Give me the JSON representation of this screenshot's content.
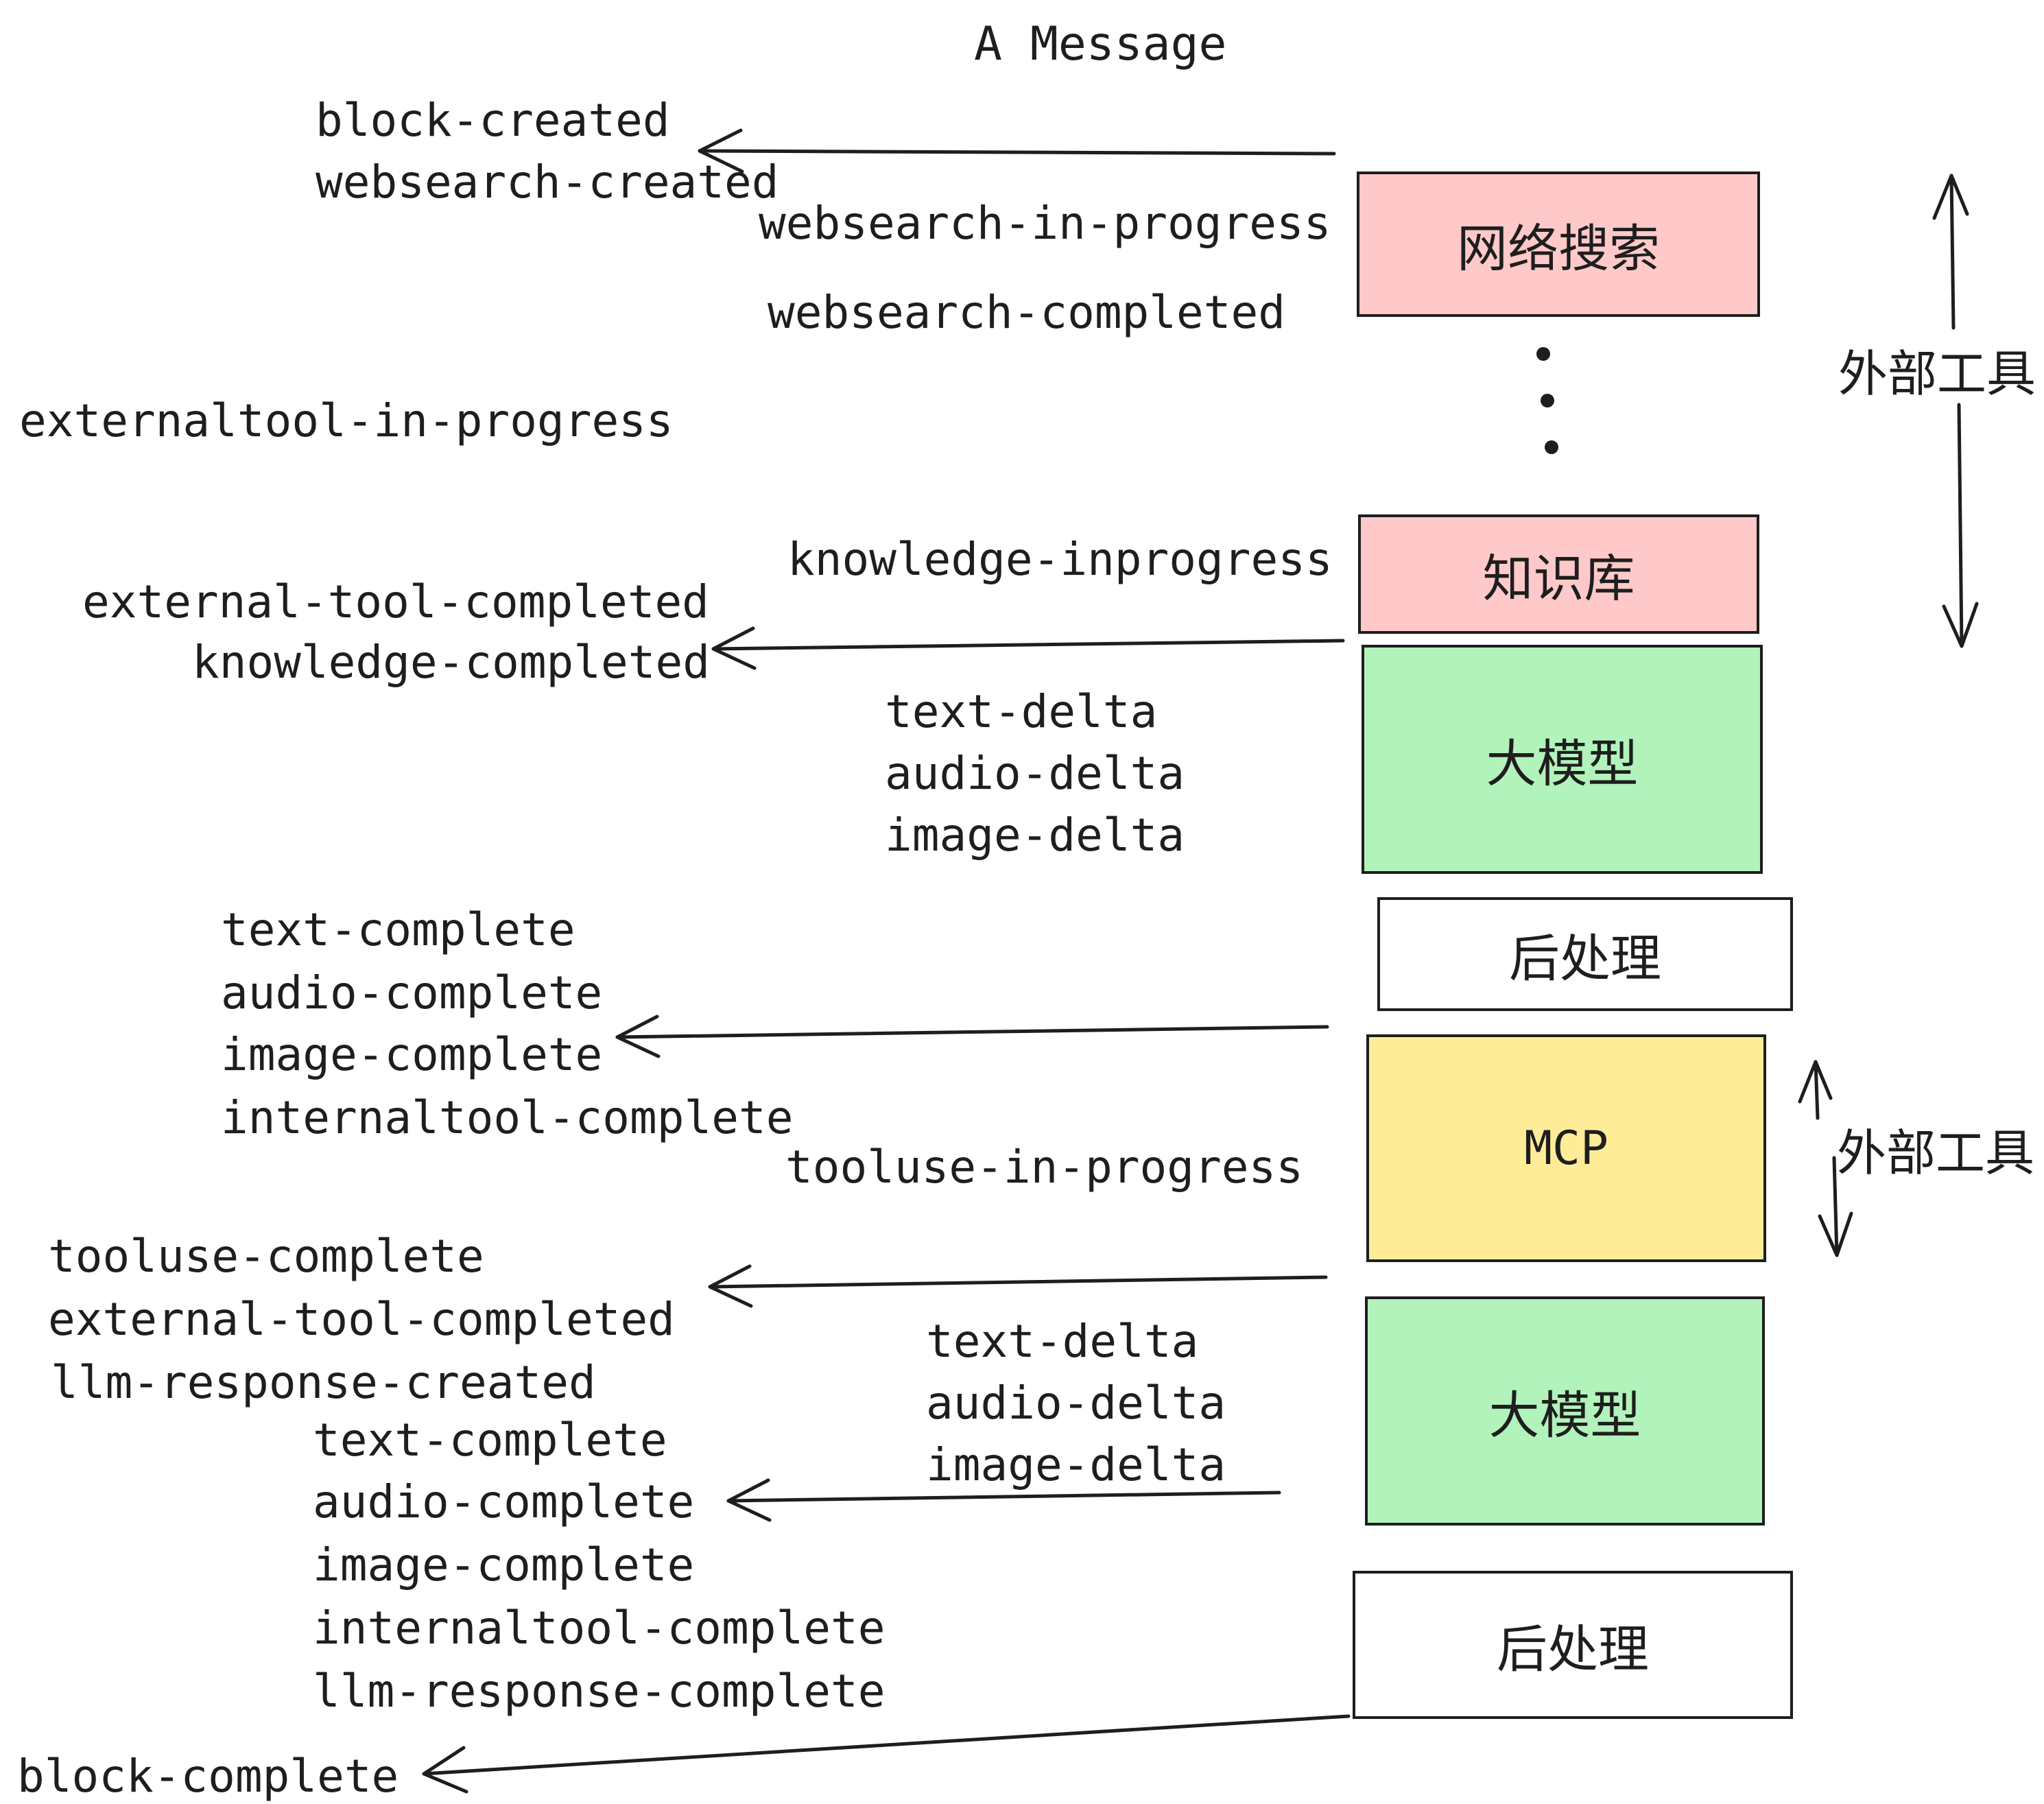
{
  "title": "A Message",
  "events": {
    "block_created": "block-created",
    "websearch_created": "websearch-created",
    "websearch_in_progress": "websearch-in-progress",
    "websearch_completed": "websearch-completed",
    "externaltool_in_progress": "externaltool-in-progress",
    "external_tool_completed": "external-tool-completed",
    "knowledge_inprogress": "knowledge-inprogress",
    "knowledge_completed": "knowledge-completed",
    "text_delta": "text-delta",
    "audio_delta": "audio-delta",
    "image_delta": "image-delta",
    "text_complete": "text-complete",
    "audio_complete": "audio-complete",
    "image_complete": "image-complete",
    "internaltool_complete": "internaltool-complete",
    "tooluse_in_progress": "tooluse-in-progress",
    "tooluse_complete": "tooluse-complete",
    "llm_response_created": "llm-response-created",
    "llm_response_complete": "llm-response-complete",
    "block_complete": "block-complete"
  },
  "boxes": {
    "websearch": {
      "label": "网络搜索",
      "fill": "#ffc9c9"
    },
    "knowledge": {
      "label": "知识库",
      "fill": "#ffc9c9"
    },
    "llm_top": {
      "label": "大模型",
      "fill": "#b2f2bb"
    },
    "post_top": {
      "label": "后处理",
      "fill": "#ffffff"
    },
    "mcp": {
      "label": "MCP",
      "fill": "#ffec99"
    },
    "llm_bottom": {
      "label": "大模型",
      "fill": "#b2f2bb"
    },
    "post_bottom": {
      "label": "后处理",
      "fill": "#ffffff"
    }
  },
  "side_labels": {
    "external_tool_top": "外部工具",
    "external_tool_mcp": "外部工具"
  },
  "colors": {
    "ink": "#1e1e1e",
    "pink": "#ffc9c9",
    "green": "#b2f2bb",
    "yellow": "#ffec99",
    "white": "#ffffff",
    "background": "#ffffff"
  }
}
